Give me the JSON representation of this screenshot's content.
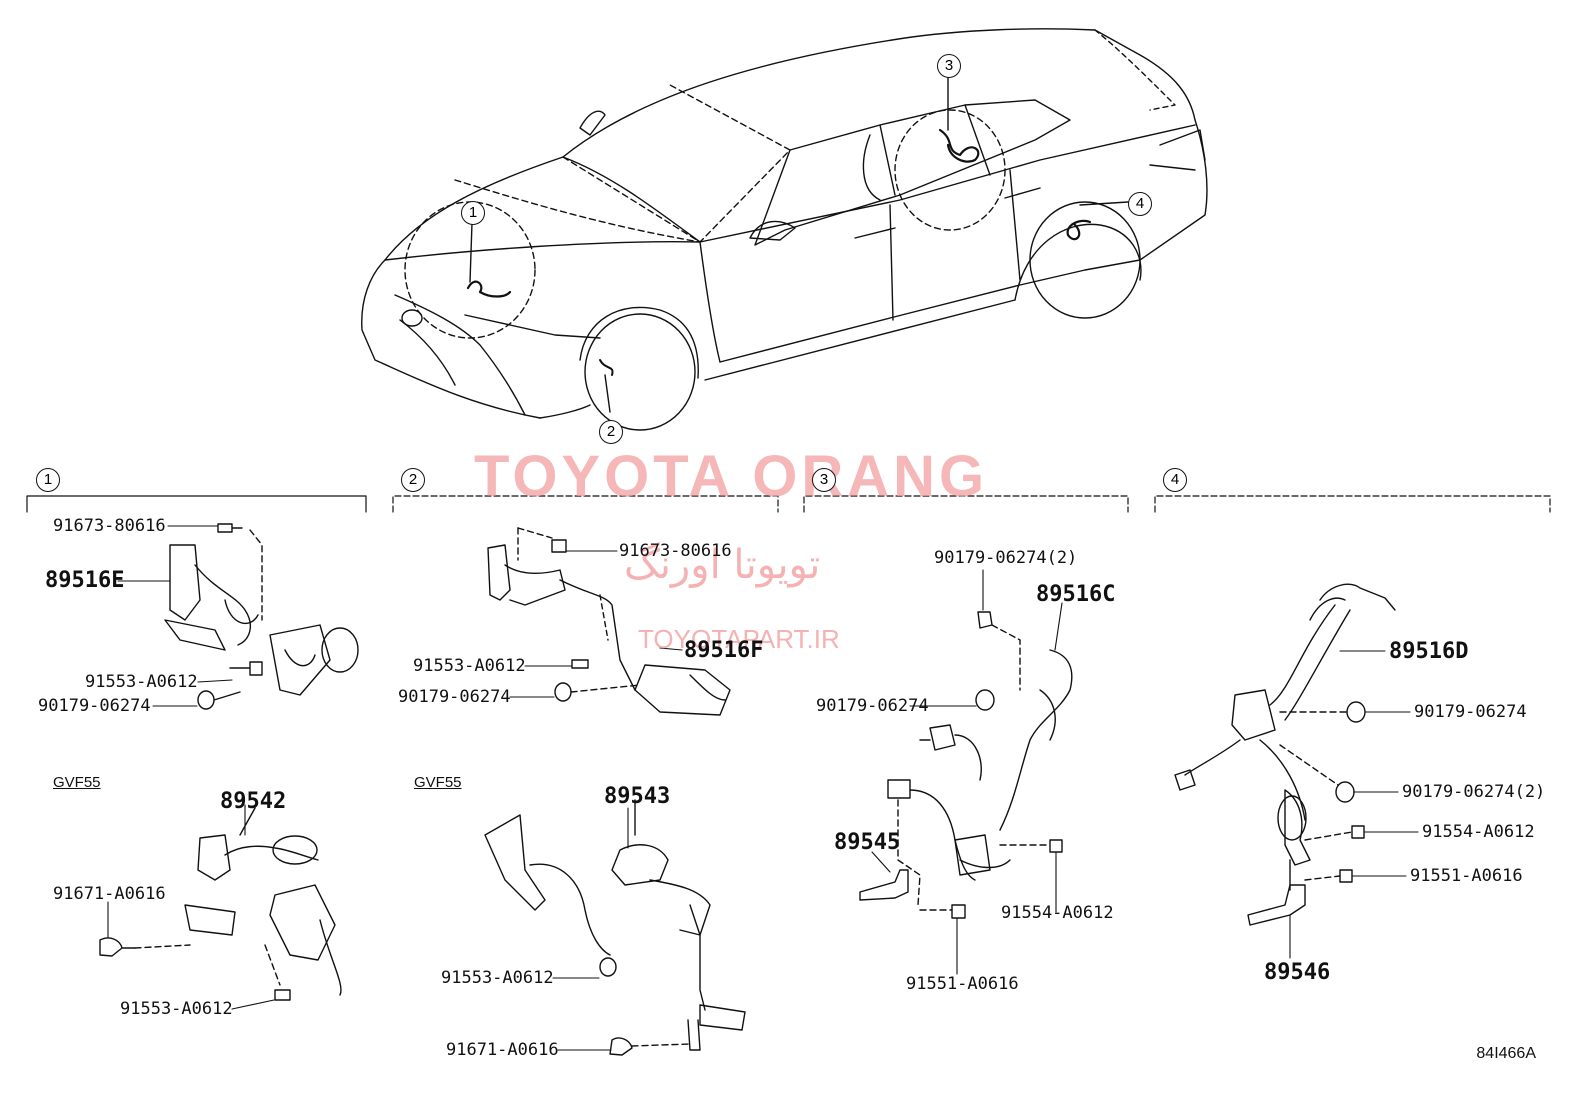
{
  "watermark": {
    "brand": "TOYOTA ORANG",
    "persian": "تویوتا اورنگ",
    "site": "TOYOTAPART.IR"
  },
  "drawing_code": "84I466A",
  "callouts": {
    "c1": "1",
    "c2": "2",
    "c3": "3",
    "c4": "4"
  },
  "sections": [
    {
      "number": "1"
    },
    {
      "number": "2"
    },
    {
      "number": "3"
    },
    {
      "number": "4"
    }
  ],
  "labels": {
    "s1_bolt": "91673-80616",
    "s1_sensor": "89516E",
    "s1_bolt2": "91553-A0612",
    "s1_clip": "90179-06274",
    "s1_model": "GVF55",
    "s1_sensor2": "89542",
    "s1_bolt3": "91671-A0616",
    "s1_bolt4": "91553-A0612",
    "s2_bolt": "91673-80616",
    "s2_sensor": "89516F",
    "s2_bolt2": "91553-A0612",
    "s2_clip": "90179-06274",
    "s2_model": "GVF55",
    "s2_sensor2": "89543",
    "s2_bolt3": "91553-A0612",
    "s2_bolt4": "91671-A0616",
    "s3_clip2": "90179-06274(2)",
    "s3_sensor": "89516C",
    "s3_clip": "90179-06274",
    "s3_sensor2": "89545",
    "s3_bolt": "91554-A0612",
    "s3_bolt2": "91551-A0616",
    "s4_sensor": "89516D",
    "s4_clip": "90179-06274",
    "s4_clip2": "90179-06274(2)",
    "s4_bolt": "91554-A0612",
    "s4_bolt2": "91551-A0616",
    "s4_sensor2": "89546"
  }
}
